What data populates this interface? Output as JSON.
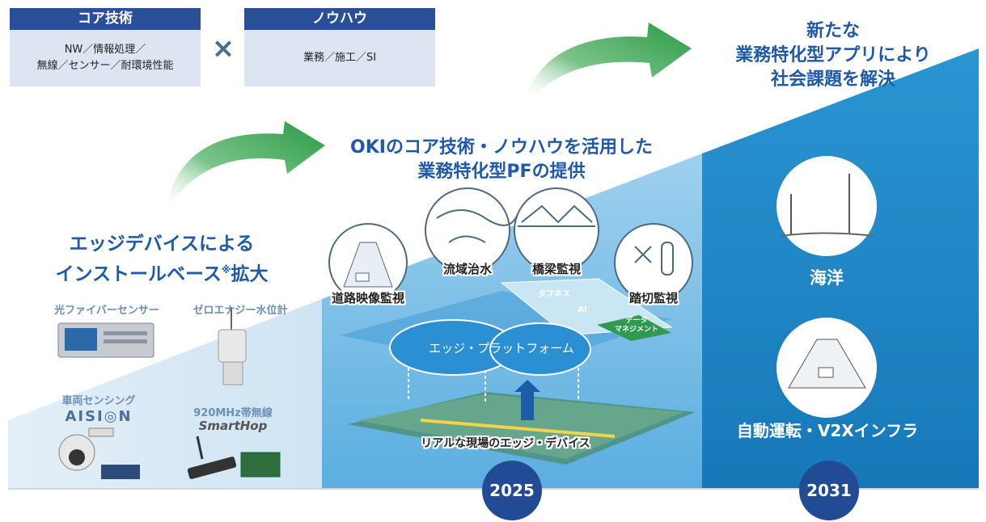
{
  "core_box": {
    "title": "コア技術",
    "line1": "NW／情報処理／",
    "line2": "無線／センサー／耐環境性能"
  },
  "times_symbol": "×",
  "knowhow_box": {
    "title": "ノウハウ",
    "line1": "業務／施工／SI"
  },
  "stage1": {
    "heading_line1": "エッジデバイスによる",
    "heading_line2_prefix": "インストールベース",
    "heading_note_mark": "※",
    "heading_line2_suffix": "拡大",
    "labels": {
      "fiber_sensor": "光ファイバーセンサー",
      "zero_energy": "ゼロエナジー水位計",
      "vehicle_sensing": "車両センシング",
      "aision": "AISI◎N",
      "mhz_radio": "920MHz帯無線",
      "smarthop": "SmartHop"
    }
  },
  "stage2": {
    "heading_line1": "OKIのコア技術・ノウハウを活用した",
    "heading_line2": "業務特化型PFの提供",
    "labels": {
      "road_video": "道路映像監視",
      "river_basin": "流域治水",
      "bridge": "橋梁監視",
      "railroad_crossing": "踏切監視",
      "tafness": "タフネス",
      "ai": "AI",
      "data_mgmt_1": "データ",
      "data_mgmt_2": "マネジメント",
      "edge_platform": "エッジ・プラットフォーム",
      "real_edge": "リアルな現場のエッジ・デバイス"
    }
  },
  "stage3": {
    "heading_line1": "新たな",
    "heading_line2": "業務特化型アプリにより",
    "heading_line3": "社会課題を解決",
    "labels": {
      "ocean": "海洋",
      "autonomous": "自動運転・V2Xインフラ"
    }
  },
  "years": [
    "2025",
    "2031"
  ],
  "colors": {
    "navy": "#2a4f99",
    "light_panel": "#dde5f3",
    "stage1_bg": "#dcebf6",
    "stage2_bg": "#7bbde6",
    "stage3_bg": "#1d86c5",
    "arrow_green": "#2e9a44",
    "heading_blue": "#1f5aa8",
    "year_circle": "#214b94"
  }
}
